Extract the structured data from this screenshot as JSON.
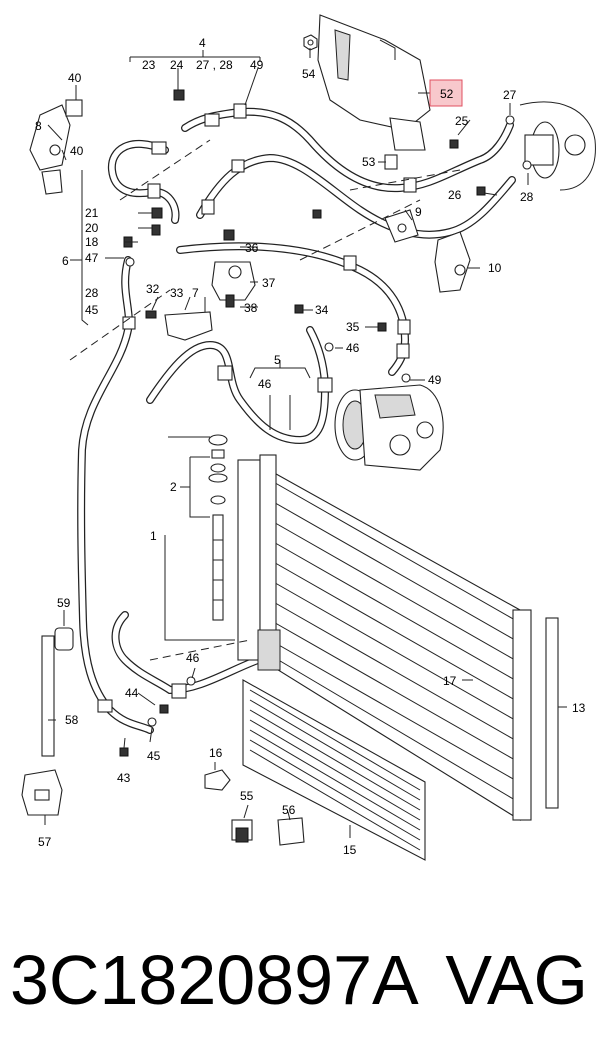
{
  "callouts": {
    "c1": "1",
    "c2": "2",
    "c4": "4",
    "c5": "5",
    "c6": "6",
    "c7": "7",
    "c8": "8",
    "c9": "9",
    "c10": "10",
    "c13": "13",
    "c15": "15",
    "c16": "16",
    "c17": "17",
    "c18": "18",
    "c20": "20",
    "c21": "21",
    "c23": "23",
    "c24": "24",
    "c25": "25",
    "c26": "26",
    "c27": "27",
    "c27b": "27 , 28",
    "c28": "28",
    "c28b": "28",
    "c32": "32",
    "c33": "33",
    "c34": "34",
    "c35": "35",
    "c36": "36",
    "c37": "37",
    "c38": "38",
    "c40": "40",
    "c40b": "40",
    "c43": "43",
    "c44": "44",
    "c45": "45",
    "c45b": "45",
    "c46": "46",
    "c46b": "46",
    "c46c": "46",
    "c47": "47",
    "c49": "49",
    "c49b": "49",
    "c52": "52",
    "c53": "53",
    "c54": "54",
    "c55": "55",
    "c56": "56",
    "c57": "57",
    "c58": "58",
    "c59": "59"
  },
  "highlight_color": "#f8c8cc",
  "footer": {
    "part_number": "3C1820897A",
    "brand": "VAG"
  }
}
